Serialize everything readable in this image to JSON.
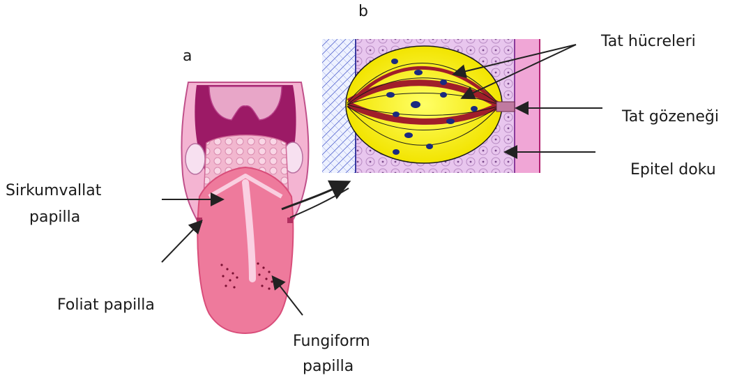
{
  "panels": {
    "a": "a",
    "b": "b"
  },
  "labels": {
    "sirkumvallat_line1": "Sirkumvallat",
    "sirkumvallat_line2": "papilla",
    "foliat": "Foliat papilla",
    "fungiform_line1": "Fungiform",
    "fungiform_line2": "papilla",
    "tat_hucreleri": "Tat hücreleri",
    "tat_gozenegi": "Tat gözeneği",
    "epitel_doku": "Epitel doku"
  },
  "colors": {
    "tongue": "#ee7a9c",
    "tongue_dark": "#d94d7a",
    "mouth_dark": "#9c1a66",
    "palate": "#e8a6c8",
    "taste_bud": "#ffff33",
    "taste_bud_stripe": "#a01e2a",
    "nucleus": "#1a2a80",
    "tissue": "#e6c2ee",
    "arrow": "#222222"
  }
}
